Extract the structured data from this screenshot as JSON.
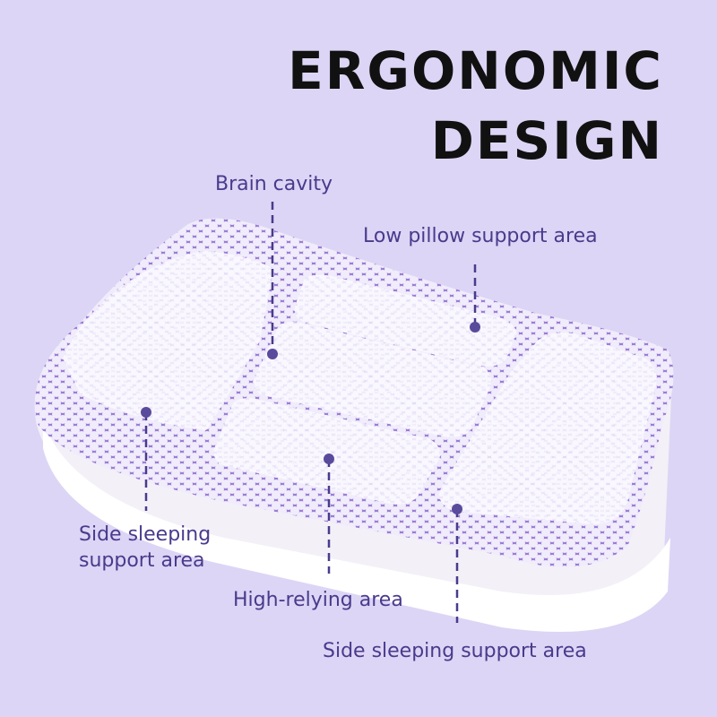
{
  "heading": {
    "line1": "ERGONOMIC",
    "line2": "DESIGN"
  },
  "labels": {
    "brain_cavity": "Brain cavity",
    "low_pillow": "Low pillow support area",
    "side_left_line1": "Side sleeping",
    "side_left_line2": "support area",
    "high_relying": "High-relying area",
    "side_right": "Side sleeping support area"
  },
  "colors": {
    "background": "#ddd5f5",
    "pillow_purple": "#a98ce0",
    "grid_purple": "#8b6cc9",
    "label": "#4a3a8c",
    "heading": "#111111"
  }
}
